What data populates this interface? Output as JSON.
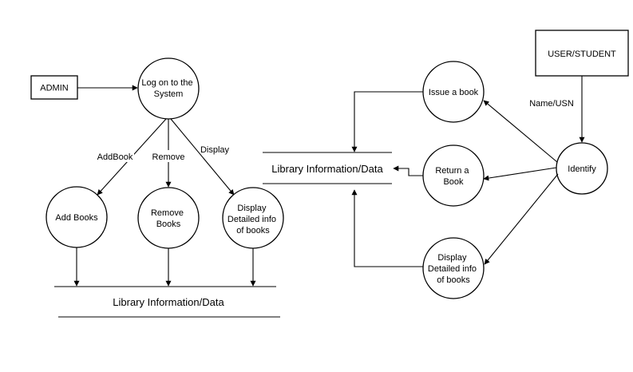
{
  "entities": {
    "admin": "ADMIN",
    "user": "USER/STUDENT"
  },
  "processes": {
    "logon": [
      "Log on to the",
      "System"
    ],
    "add_books": [
      "Add Books"
    ],
    "remove_books": [
      "Remove",
      "Books"
    ],
    "display_admin": [
      "Display",
      "Detailed info",
      "of books"
    ],
    "issue": [
      "Issue a book"
    ],
    "return": [
      "Return a",
      "Book"
    ],
    "display_user": [
      "Display",
      "Detailed info",
      "of books"
    ],
    "identify": [
      "Identify"
    ]
  },
  "stores": {
    "admin_store": "Library Information/Data",
    "user_store": "Library Information/Data"
  },
  "flows": {
    "addbook": "AddBook",
    "remove": "Remove",
    "display": "Display",
    "name_usn": "Name/USN"
  },
  "colors": {
    "stroke": "#000000",
    "background": "#ffffff"
  }
}
